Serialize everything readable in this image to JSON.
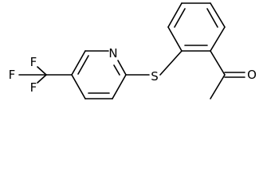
{
  "molecule": {
    "atoms": {
      "f_top": "F",
      "f_left": "F",
      "f_bottom": "F",
      "nitrogen": "N",
      "sulfur": "S",
      "oxygen": "O"
    }
  }
}
